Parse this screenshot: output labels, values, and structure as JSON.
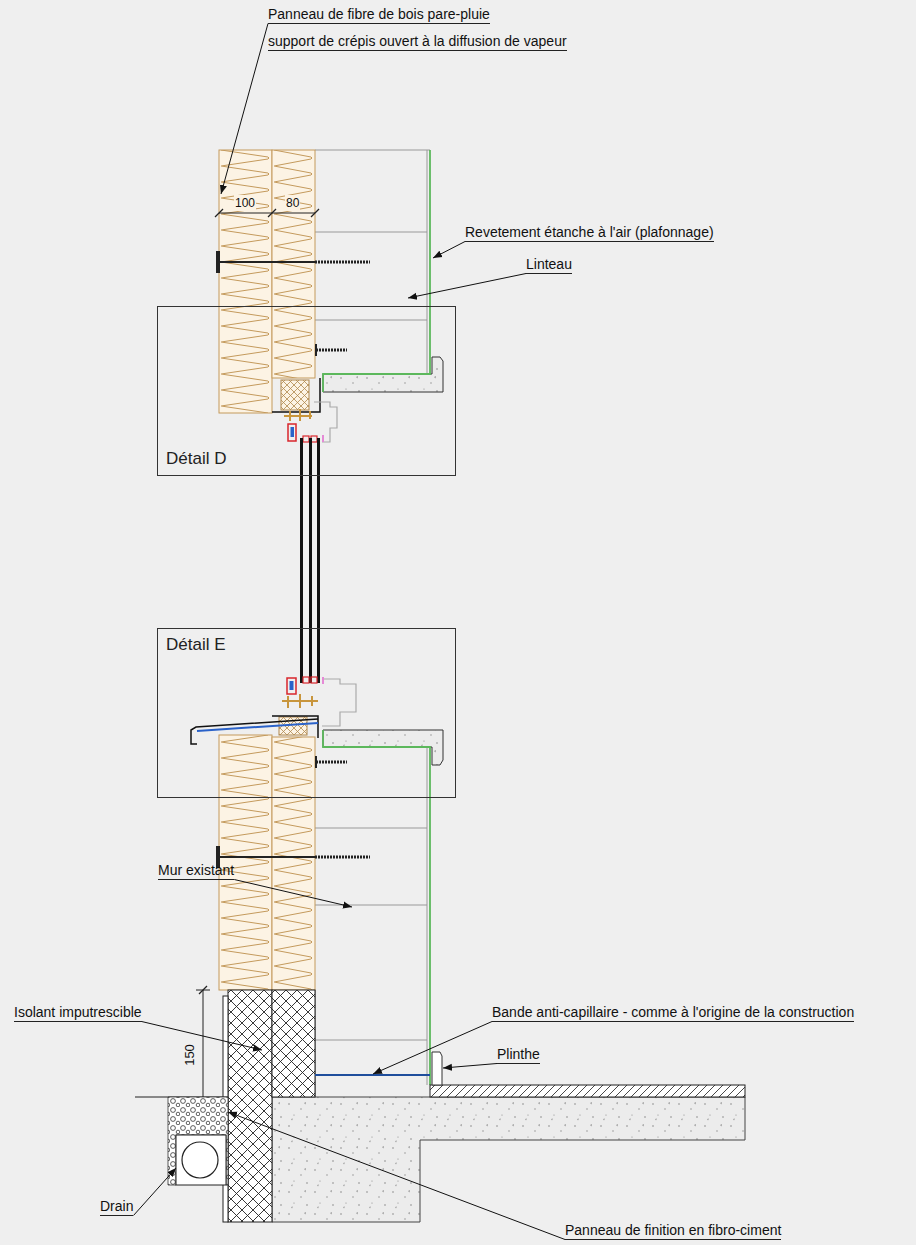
{
  "diagram": {
    "nodes": [
      {
        "text": [
          "Détail D"
        ]
      },
      {
        "text": [
          "Détail E"
        ]
      }
    ],
    "labels": [
      "Panneau de fibre de bois pare-pluie",
      "support de crépis ouvert à la diffusion de vapeur",
      "100",
      "80",
      "Revetement étanche à l'air (plafonnage)",
      "Linteau",
      "Mur existant",
      "Bande anti-capillaire - comme à l'origine de la construction",
      "Isolant imputrescible",
      "150",
      "Plinthe",
      "Drain",
      "Panneau de finition en fibro-ciment"
    ]
  }
}
